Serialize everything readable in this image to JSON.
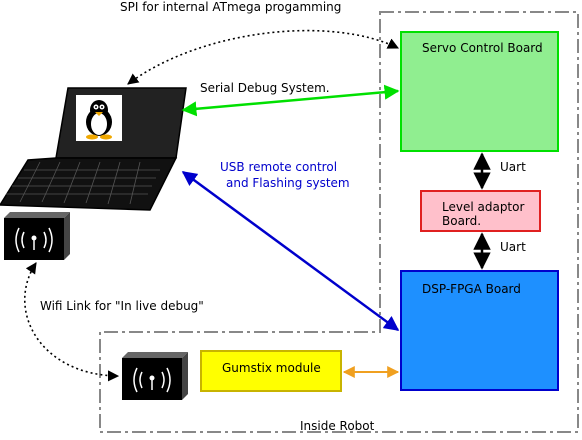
{
  "labels": {
    "spi": "SPI for internal ATmega progamming",
    "serial": "Serial Debug System.",
    "usb_line1": "USB remote control",
    "usb_line2": "and Flashing system",
    "wifi": "Wifi Link for \"In live debug\"",
    "uart_top": "Uart",
    "uart_bottom": "Uart",
    "inside_robot": "Inside Robot"
  },
  "boxes": {
    "servo": "Servo Control Board",
    "level": "Level adaptor Board.",
    "dsp": "DSP-FPGA Board",
    "gumstix": "Gumstix module"
  },
  "icons": {
    "laptop": "laptop-icon",
    "tux": "tux-penguin-icon",
    "wifi_laptop": "wireless-adapter-icon",
    "wifi_robot": "wireless-adapter-icon"
  },
  "colors": {
    "servo_fill": "#90ee90",
    "level_fill": "#ffc0cb",
    "dsp_fill": "#1e90ff",
    "gumstix_fill": "#ffff00",
    "serial_link": "#00e000",
    "usb_link": "#0000cc",
    "gumstix_link": "#f0a020"
  }
}
